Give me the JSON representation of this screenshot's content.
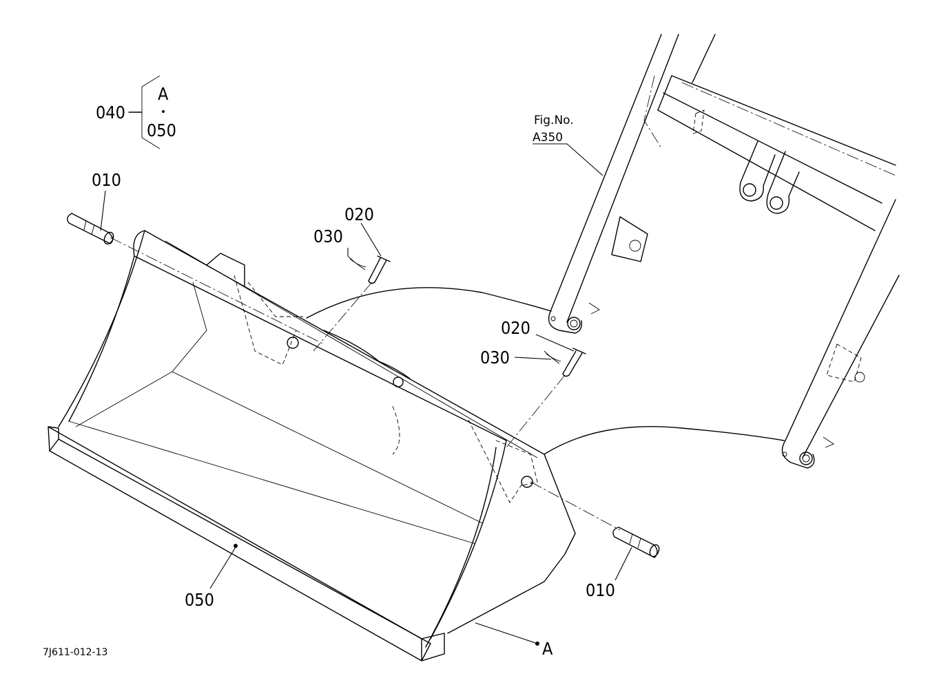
{
  "diagram": {
    "group_ref": {
      "id": "040",
      "members": [
        "A",
        "050"
      ]
    },
    "labels": {
      "pin_left": "010",
      "pin_right": "010",
      "clevis_pin_left": "020",
      "clevis_pin_right": "020",
      "snap_pin_left": "030",
      "snap_pin_right": "030",
      "bucket": "050",
      "point_a": "A"
    },
    "fig_ref": {
      "line1": "Fig.No.",
      "line2": "A350"
    },
    "drawing_code": "7J611-012-13"
  }
}
